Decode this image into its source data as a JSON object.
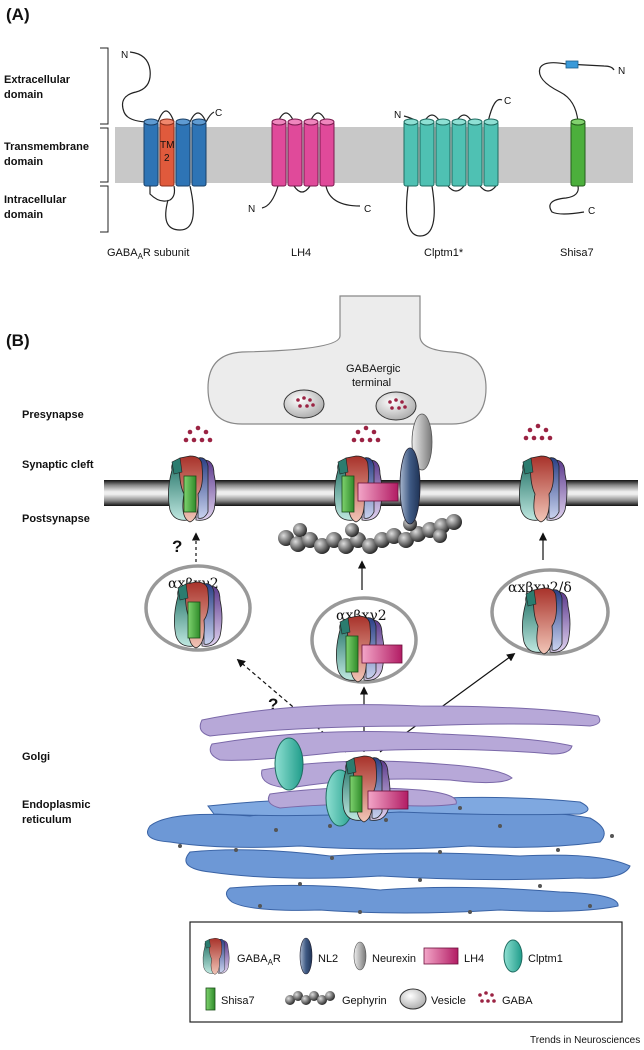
{
  "panel_a": {
    "label": "(A)",
    "domains": {
      "extracellular": [
        "Extracellular",
        "domain"
      ],
      "transmembrane": [
        "Transmembrane",
        "domain"
      ],
      "intracellular": [
        "Intracellular",
        "domain"
      ]
    },
    "proteins": {
      "gabaar": "GABAAR subunit",
      "gabaar_main": "GABA",
      "gabaar_sub": "A",
      "gabaar_tail": "R subunit",
      "lh4": "LH4",
      "clptm1": "Clptm1*",
      "shisa7": "Shisa7"
    },
    "tm_label": [
      "TM",
      "2"
    ],
    "termini": {
      "n": "N",
      "c": "C"
    }
  },
  "panel_b": {
    "label": "(B)",
    "presynapse": "Presynapse",
    "synaptic_cleft": "Synaptic cleft",
    "postsynapse": "Postsynapse",
    "golgi": "Golgi",
    "er": [
      "Endoplasmic",
      "reticulum"
    ],
    "terminal": [
      "GABAergic",
      "terminal"
    ],
    "vesicle_left": "αxβxγ2",
    "vesicle_center": "αxβxγ2",
    "vesicle_right": "αxβxγ2/δ",
    "question": "?"
  },
  "legend": {
    "gabaar": "GABAAR",
    "gabaar_main": "GABA",
    "gabaar_sub": "A",
    "gabaar_tail": "R",
    "nl2": "NL2",
    "neurexin": "Neurexin",
    "lh4": "LH4",
    "clptm1": "Clptm1",
    "shisa7": "Shisa7",
    "gephyrin": "Gephyrin",
    "vesicle": "Vesicle",
    "gaba": "GABA"
  },
  "credit": "Trends in Neurosciences",
  "colors": {
    "gabaar_blue": "#2e74b5",
    "tm2_red": "#e05a3c",
    "lh4_pink": "#e04a9a",
    "clptm1_teal": "#4fc1b3",
    "shisa7_green": "#4caf3c",
    "membrane_gray": "#c8c8c8",
    "golgi_purple": "#b7a8d8",
    "er_blue": "#5a8fd0",
    "gaba_dot": "#9b2343"
  }
}
